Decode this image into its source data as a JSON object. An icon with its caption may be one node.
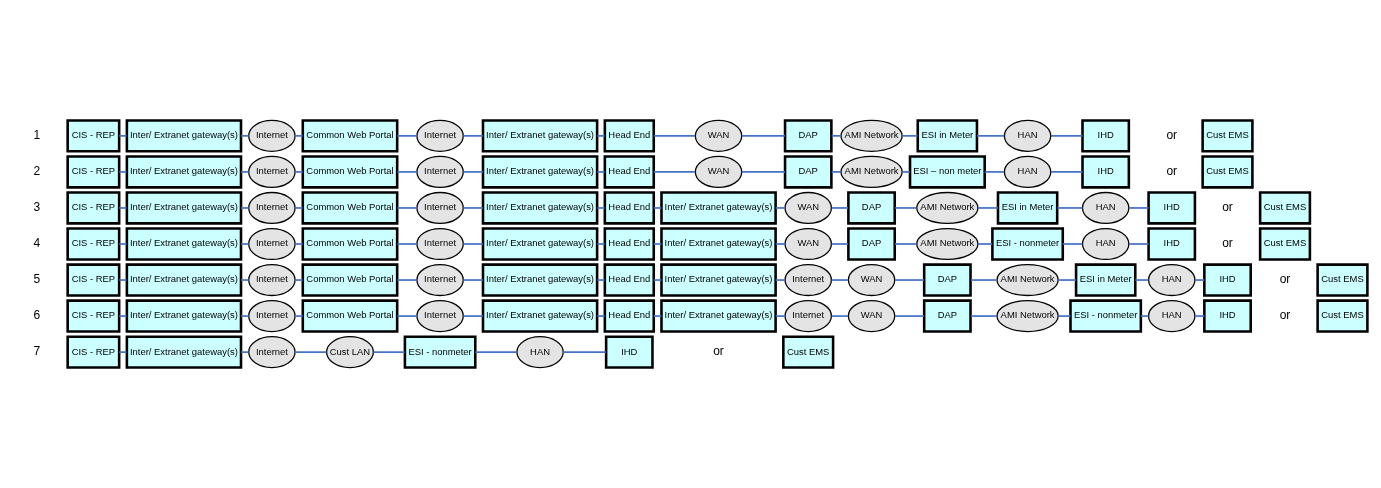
{
  "diagram": {
    "nodes": [
      {
        "text": [
          "CIS - REP"
        ]
      },
      {
        "text": [
          "Inter/ Extranet gateway(s)"
        ]
      },
      {
        "text": [
          "Internet"
        ]
      },
      {
        "text": [
          "Common Web Portal"
        ]
      },
      {
        "text": [
          "Internet"
        ]
      },
      {
        "text": [
          "Inter/ Extranet gateway(s)"
        ]
      },
      {
        "text": [
          "Head End"
        ]
      },
      {
        "text": [
          "WAN"
        ]
      },
      {
        "text": [
          "DAP"
        ]
      },
      {
        "text": [
          "AMI Network"
        ]
      },
      {
        "text": [
          "ESI in Meter"
        ]
      },
      {
        "text": [
          "HAN"
        ]
      },
      {
        "text": [
          "IHD"
        ]
      },
      {
        "text": [
          "Cust EMS"
        ]
      },
      {
        "text": [
          "CIS - REP"
        ]
      },
      {
        "text": [
          "Inter/ Extranet gateway(s)"
        ]
      },
      {
        "text": [
          "Internet"
        ]
      },
      {
        "text": [
          "Common Web Portal"
        ]
      },
      {
        "text": [
          "Internet"
        ]
      },
      {
        "text": [
          "Inter/ Extranet gateway(s)"
        ]
      },
      {
        "text": [
          "Head End"
        ]
      },
      {
        "text": [
          "WAN"
        ]
      },
      {
        "text": [
          "DAP"
        ]
      },
      {
        "text": [
          "AMI Network"
        ]
      },
      {
        "text": [
          "ESI – non meter"
        ]
      },
      {
        "text": [
          "HAN"
        ]
      },
      {
        "text": [
          "IHD"
        ]
      },
      {
        "text": [
          "Cust EMS"
        ]
      },
      {
        "text": [
          "CIS - REP"
        ]
      },
      {
        "text": [
          "Inter/ Extranet gateway(s)"
        ]
      },
      {
        "text": [
          "Internet"
        ]
      },
      {
        "text": [
          "Common Web Portal"
        ]
      },
      {
        "text": [
          "Internet"
        ]
      },
      {
        "text": [
          "Inter/ Extranet gateway(s)"
        ]
      },
      {
        "text": [
          "Head End"
        ]
      },
      {
        "text": [
          "Inter/ Extranet gateway(s)"
        ]
      },
      {
        "text": [
          "WAN"
        ]
      },
      {
        "text": [
          "DAP"
        ]
      },
      {
        "text": [
          "AMI Network"
        ]
      },
      {
        "text": [
          "ESI in Meter"
        ]
      },
      {
        "text": [
          "HAN"
        ]
      },
      {
        "text": [
          "IHD"
        ]
      },
      {
        "text": [
          "Cust EMS"
        ]
      },
      {
        "text": [
          "CIS - REP"
        ]
      },
      {
        "text": [
          "Inter/ Extranet gateway(s)"
        ]
      },
      {
        "text": [
          "Internet"
        ]
      },
      {
        "text": [
          "Common Web Portal"
        ]
      },
      {
        "text": [
          "Internet"
        ]
      },
      {
        "text": [
          "Inter/ Extranet gateway(s)"
        ]
      },
      {
        "text": [
          "Head End"
        ]
      },
      {
        "text": [
          "Inter/ Extranet gateway(s)"
        ]
      },
      {
        "text": [
          "WAN"
        ]
      },
      {
        "text": [
          "DAP"
        ]
      },
      {
        "text": [
          "AMI Network"
        ]
      },
      {
        "text": [
          "ESI - nonmeter"
        ]
      },
      {
        "text": [
          "HAN"
        ]
      },
      {
        "text": [
          "IHD"
        ]
      },
      {
        "text": [
          "Cust EMS"
        ]
      },
      {
        "text": [
          "CIS - REP"
        ]
      },
      {
        "text": [
          "Inter/ Extranet gateway(s)"
        ]
      },
      {
        "text": [
          "Internet"
        ]
      },
      {
        "text": [
          "Common Web Portal"
        ]
      },
      {
        "text": [
          "Internet"
        ]
      },
      {
        "text": [
          "Inter/ Extranet gateway(s)"
        ]
      },
      {
        "text": [
          "Head End"
        ]
      },
      {
        "text": [
          "Inter/ Extranet gateway(s)"
        ]
      },
      {
        "text": [
          "Internet"
        ]
      },
      {
        "text": [
          "WAN"
        ]
      },
      {
        "text": [
          "DAP"
        ]
      },
      {
        "text": [
          "AMI Network"
        ]
      },
      {
        "text": [
          "ESI in Meter"
        ]
      },
      {
        "text": [
          "HAN"
        ]
      },
      {
        "text": [
          "IHD"
        ]
      },
      {
        "text": [
          "Cust EMS"
        ]
      },
      {
        "text": [
          "CIS - REP"
        ]
      },
      {
        "text": [
          "Inter/ Extranet gateway(s)"
        ]
      },
      {
        "text": [
          "Internet"
        ]
      },
      {
        "text": [
          "Common Web Portal"
        ]
      },
      {
        "text": [
          "Internet"
        ]
      },
      {
        "text": [
          "Inter/ Extranet gateway(s)"
        ]
      },
      {
        "text": [
          "Head End"
        ]
      },
      {
        "text": [
          "Inter/ Extranet gateway(s)"
        ]
      },
      {
        "text": [
          "Internet"
        ]
      },
      {
        "text": [
          "WAN"
        ]
      },
      {
        "text": [
          "DAP"
        ]
      },
      {
        "text": [
          "AMI Network"
        ]
      },
      {
        "text": [
          "ESI - nonmeter"
        ]
      },
      {
        "text": [
          "HAN"
        ]
      },
      {
        "text": [
          "IHD"
        ]
      },
      {
        "text": [
          "Cust EMS"
        ]
      },
      {
        "text": [
          "CIS - REP"
        ]
      },
      {
        "text": [
          "Inter/ Extranet gateway(s)"
        ]
      },
      {
        "text": [
          "Internet"
        ]
      },
      {
        "text": [
          "Cust LAN"
        ]
      },
      {
        "text": [
          "ESI - nonmeter"
        ]
      },
      {
        "text": [
          "HAN"
        ]
      },
      {
        "text": [
          "IHD"
        ]
      },
      {
        "text": [
          "Cust EMS"
        ]
      }
    ],
    "edges": [
      {
        "from": 0,
        "to": 1,
        "arrow": "none"
      },
      {
        "from": 1,
        "to": 2,
        "arrow": "none"
      },
      {
        "from": 2,
        "to": 3,
        "arrow": "none"
      },
      {
        "from": 3,
        "to": 4,
        "arrow": "none"
      },
      {
        "from": 4,
        "to": 5,
        "arrow": "none"
      },
      {
        "from": 5,
        "to": 6,
        "arrow": "none"
      },
      {
        "from": 6,
        "to": 7,
        "arrow": "none"
      },
      {
        "from": 7,
        "to": 8,
        "arrow": "none"
      },
      {
        "from": 8,
        "to": 9,
        "arrow": "none"
      },
      {
        "from": 9,
        "to": 10,
        "arrow": "none"
      },
      {
        "from": 10,
        "to": 11,
        "arrow": "none"
      },
      {
        "from": 11,
        "to": 12,
        "arrow": "none"
      },
      {
        "from": 14,
        "to": 15,
        "arrow": "none"
      },
      {
        "from": 15,
        "to": 16,
        "arrow": "none"
      },
      {
        "from": 16,
        "to": 17,
        "arrow": "none"
      },
      {
        "from": 17,
        "to": 18,
        "arrow": "none"
      },
      {
        "from": 18,
        "to": 19,
        "arrow": "none"
      },
      {
        "from": 19,
        "to": 20,
        "arrow": "none"
      },
      {
        "from": 20,
        "to": 21,
        "arrow": "none"
      },
      {
        "from": 21,
        "to": 22,
        "arrow": "none"
      },
      {
        "from": 22,
        "to": 23,
        "arrow": "none"
      },
      {
        "from": 23,
        "to": 24,
        "arrow": "none"
      },
      {
        "from": 24,
        "to": 25,
        "arrow": "none"
      },
      {
        "from": 25,
        "to": 26,
        "arrow": "none"
      },
      {
        "from": 28,
        "to": 29,
        "arrow": "none"
      },
      {
        "from": 29,
        "to": 30,
        "arrow": "none"
      },
      {
        "from": 30,
        "to": 31,
        "arrow": "none"
      },
      {
        "from": 31,
        "to": 32,
        "arrow": "none"
      },
      {
        "from": 32,
        "to": 33,
        "arrow": "none"
      },
      {
        "from": 33,
        "to": 34,
        "arrow": "none"
      },
      {
        "from": 34,
        "to": 35,
        "arrow": "none"
      },
      {
        "from": 35,
        "to": 36,
        "arrow": "none"
      },
      {
        "from": 36,
        "to": 37,
        "arrow": "none"
      },
      {
        "from": 37,
        "to": 38,
        "arrow": "none"
      },
      {
        "from": 38,
        "to": 39,
        "arrow": "none"
      },
      {
        "from": 39,
        "to": 40,
        "arrow": "none"
      },
      {
        "from": 40,
        "to": 41,
        "arrow": "none"
      },
      {
        "from": 43,
        "to": 44,
        "arrow": "none"
      },
      {
        "from": 44,
        "to": 45,
        "arrow": "none"
      },
      {
        "from": 45,
        "to": 46,
        "arrow": "none"
      },
      {
        "from": 46,
        "to": 47,
        "arrow": "none"
      },
      {
        "from": 47,
        "to": 48,
        "arrow": "none"
      },
      {
        "from": 48,
        "to": 49,
        "arrow": "none"
      },
      {
        "from": 49,
        "to": 50,
        "arrow": "none"
      },
      {
        "from": 50,
        "to": 51,
        "arrow": "none"
      },
      {
        "from": 51,
        "to": 52,
        "arrow": "none"
      },
      {
        "from": 52,
        "to": 53,
        "arrow": "none"
      },
      {
        "from": 53,
        "to": 54,
        "arrow": "none"
      },
      {
        "from": 54,
        "to": 55,
        "arrow": "none"
      },
      {
        "from": 55,
        "to": 56,
        "arrow": "none"
      },
      {
        "from": 58,
        "to": 59,
        "arrow": "none"
      },
      {
        "from": 59,
        "to": 60,
        "arrow": "none"
      },
      {
        "from": 60,
        "to": 61,
        "arrow": "none"
      },
      {
        "from": 61,
        "to": 62,
        "arrow": "none"
      },
      {
        "from": 62,
        "to": 63,
        "arrow": "none"
      },
      {
        "from": 63,
        "to": 64,
        "arrow": "none"
      },
      {
        "from": 64,
        "to": 65,
        "arrow": "none"
      },
      {
        "from": 65,
        "to": 66,
        "arrow": "none"
      },
      {
        "from": 66,
        "to": 67,
        "arrow": "none"
      },
      {
        "from": 67,
        "to": 68,
        "arrow": "none"
      },
      {
        "from": 68,
        "to": 69,
        "arrow": "none"
      },
      {
        "from": 69,
        "to": 70,
        "arrow": "none"
      },
      {
        "from": 70,
        "to": 71,
        "arrow": "none"
      },
      {
        "from": 71,
        "to": 72,
        "arrow": "none"
      },
      {
        "from": 74,
        "to": 75,
        "arrow": "none"
      },
      {
        "from": 75,
        "to": 76,
        "arrow": "none"
      },
      {
        "from": 76,
        "to": 77,
        "arrow": "none"
      },
      {
        "from": 77,
        "to": 78,
        "arrow": "none"
      },
      {
        "from": 78,
        "to": 79,
        "arrow": "none"
      },
      {
        "from": 79,
        "to": 80,
        "arrow": "none"
      },
      {
        "from": 80,
        "to": 81,
        "arrow": "none"
      },
      {
        "from": 81,
        "to": 82,
        "arrow": "none"
      },
      {
        "from": 82,
        "to": 83,
        "arrow": "none"
      },
      {
        "from": 83,
        "to": 84,
        "arrow": "none"
      },
      {
        "from": 84,
        "to": 85,
        "arrow": "none"
      },
      {
        "from": 85,
        "to": 86,
        "arrow": "none"
      },
      {
        "from": 86,
        "to": 87,
        "arrow": "none"
      },
      {
        "from": 87,
        "to": 88,
        "arrow": "none"
      },
      {
        "from": 90,
        "to": 91,
        "arrow": "none"
      },
      {
        "from": 91,
        "to": 92,
        "arrow": "none"
      },
      {
        "from": 92,
        "to": 93,
        "arrow": "none"
      },
      {
        "from": 93,
        "to": 94,
        "arrow": "none"
      },
      {
        "from": 94,
        "to": 95,
        "arrow": "none"
      },
      {
        "from": 95,
        "to": 96,
        "arrow": "none"
      }
    ],
    "labels": [
      "1",
      "or",
      "2",
      "or",
      "3",
      "or",
      "4",
      "or",
      "5",
      "or",
      "6",
      "or",
      "7",
      "or"
    ]
  }
}
